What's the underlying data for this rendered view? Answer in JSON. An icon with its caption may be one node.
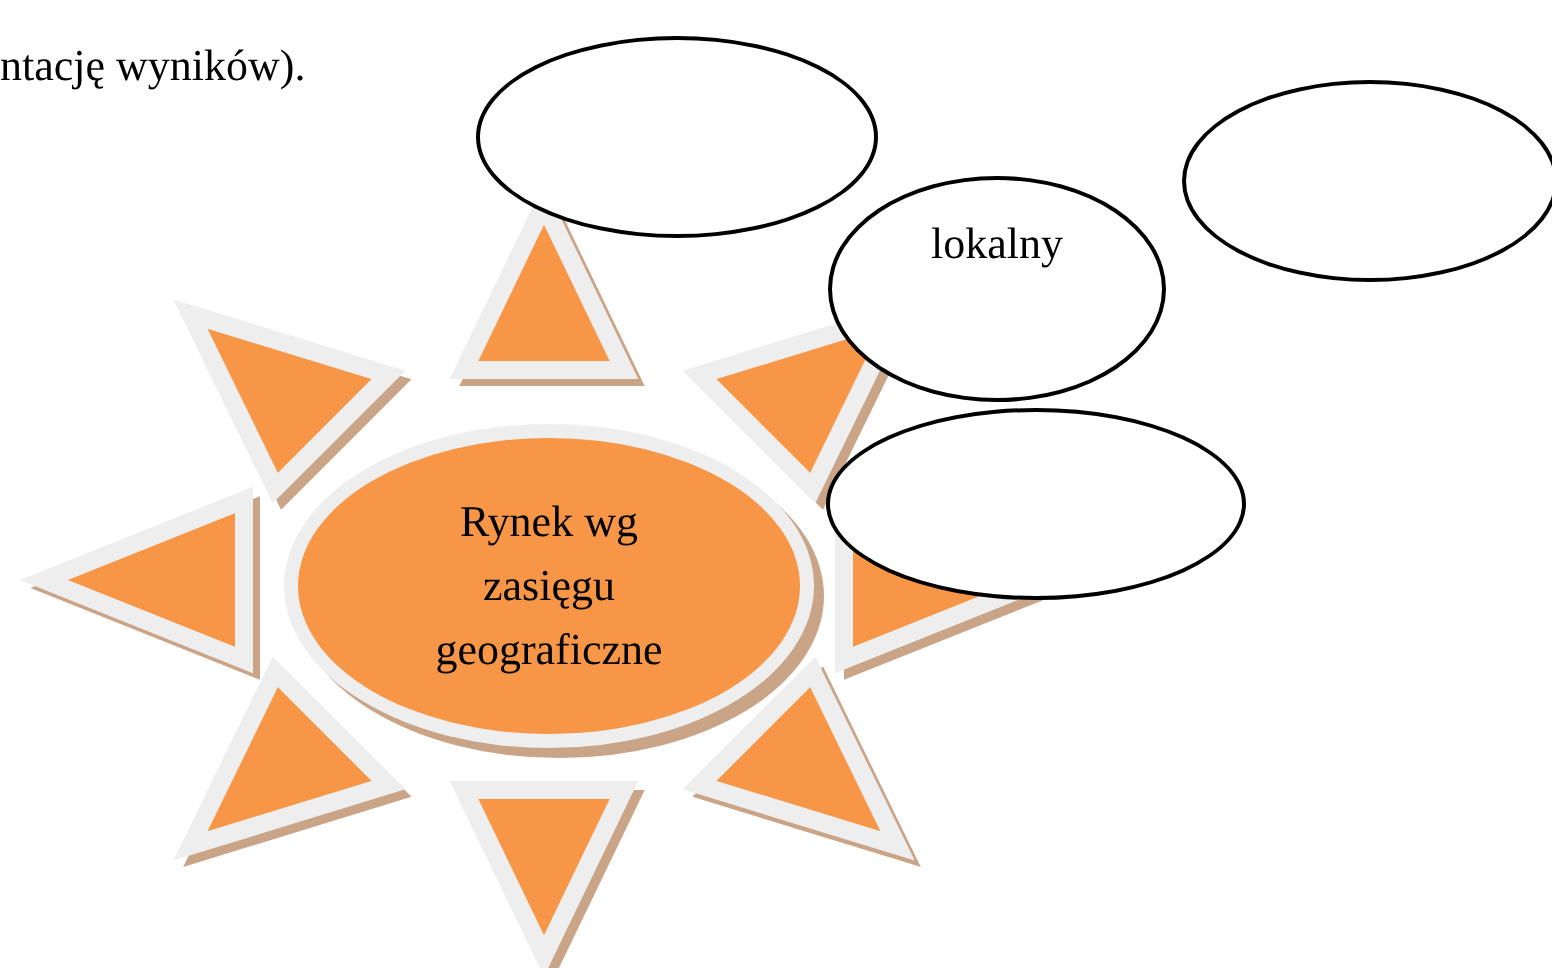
{
  "diagram": {
    "nodes": [
      {
        "text": [],
        "shape": "ellipse"
      },
      {
        "text": [],
        "shape": "ellipse"
      },
      {
        "text": [
          "lokalny"
        ]
      },
      {
        "text": [],
        "shape": "ellipse"
      },
      {
        "text": [
          "Rynek wg zasięgu geograficzne"
        ]
      }
    ],
    "labels": [
      "ntację wyników)."
    ]
  }
}
